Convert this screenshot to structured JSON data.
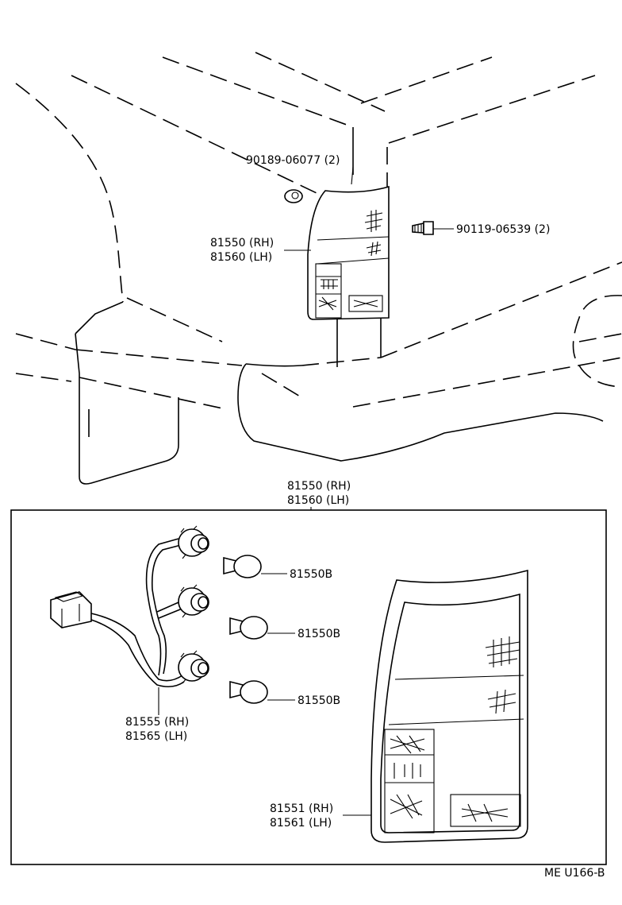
{
  "labels": {
    "clip_part": "90189-06077 (2)",
    "screw_part": "90119-06539 (2)",
    "lamp_rh_top": "81550 (RH)",
    "lamp_lh_top": "81560 (LH)",
    "lamp_rh_box": "81550 (RH)",
    "lamp_lh_box": "81560 (LH)",
    "bulb_1": "81550B",
    "bulb_2": "81550B",
    "bulb_3": "81550B",
    "socket_rh": "81555 (RH)",
    "socket_lh": "81565 (LH)",
    "lens_rh": "81551 (RH)",
    "lens_lh": "81561 (LH)",
    "figure_code": "ME U166-B"
  }
}
